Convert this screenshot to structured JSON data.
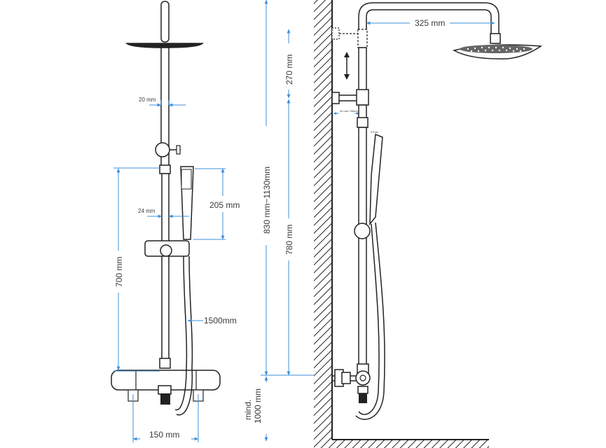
{
  "colors": {
    "dimension_line": "#3d8fd8",
    "outline": "#222222",
    "text": "#3a3a3a"
  },
  "front_view": {
    "pipe_width": "20 mm",
    "handshower_offset": "24 mm",
    "handshower_length": "205 mm",
    "slide_bar_height": "700 mm",
    "hose_length": "1500mm",
    "mixer_width": "150 mm"
  },
  "side_view": {
    "total_height_range": "830 mm~1130mm",
    "arm_reach": "325 mm",
    "adjustable_section": "270 mm",
    "lower_section": "780 mm",
    "min_install_height_line1": "mind.",
    "min_install_height_line2": "1000 mm",
    "wall_bracket_note": "40 mm~55mm",
    "handshower_clip_note": "97mm"
  }
}
